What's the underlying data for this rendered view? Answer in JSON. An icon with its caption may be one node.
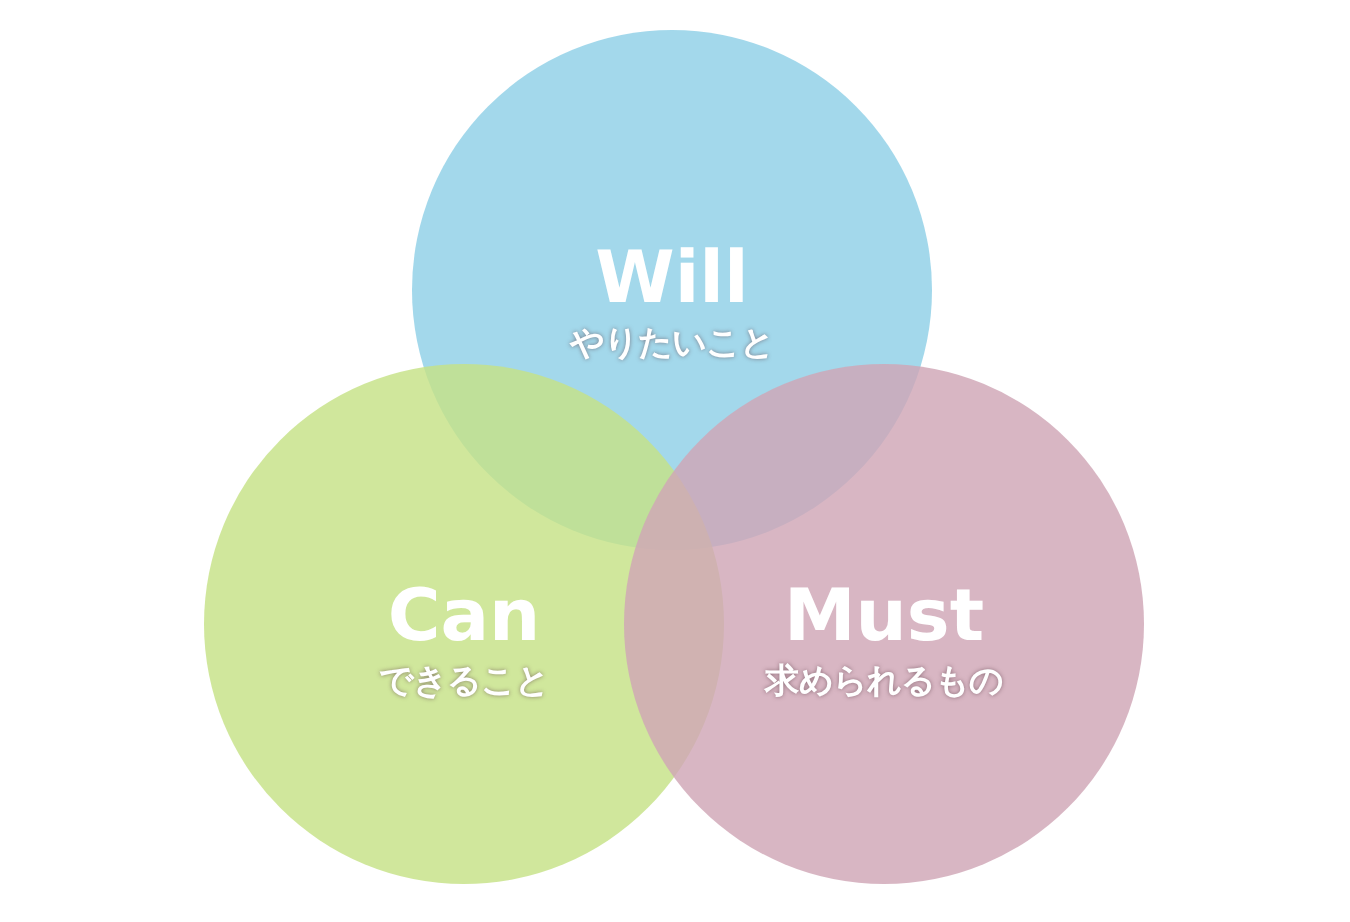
{
  "diagram": {
    "nodes": [
      {
        "text": [
          "Will",
          "やりたいこと"
        ]
      },
      {
        "text": [
          "Can",
          "できること"
        ]
      },
      {
        "text": [
          "Must",
          "求められるもの"
        ]
      }
    ],
    "edges": []
  }
}
